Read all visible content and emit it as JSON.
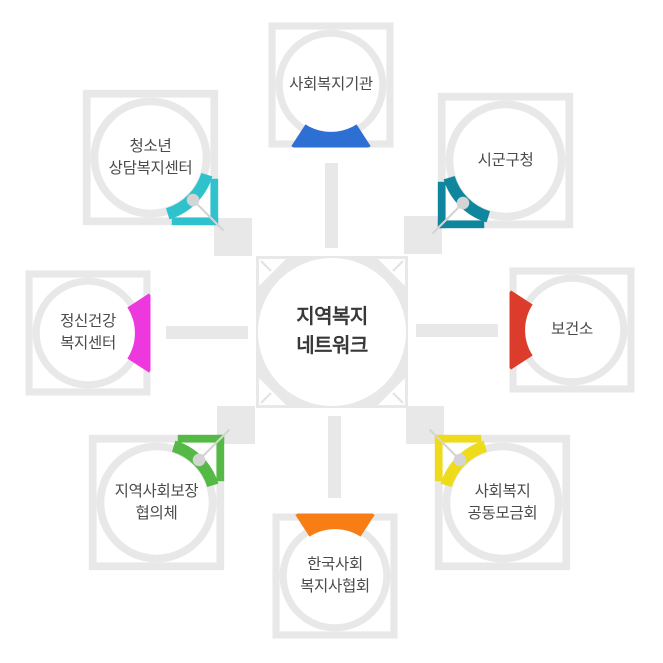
{
  "diagram": {
    "center": {
      "label": "지역복지\n네트워크"
    },
    "nodes": [
      {
        "key": "top",
        "label": "사회복지기관",
        "color": "#2d6fd3"
      },
      {
        "key": "top-left",
        "label": "청소년\n상담복지센터",
        "color": "#2fc2cd"
      },
      {
        "key": "top-right",
        "label": "시군구청",
        "color": "#0f869e"
      },
      {
        "key": "left",
        "label": "정신건강\n복지센터",
        "color": "#ee38df"
      },
      {
        "key": "right",
        "label": "보건소",
        "color": "#dc3c2b"
      },
      {
        "key": "bottom-left",
        "label": "지역사회보장\n협의체",
        "color": "#55b946"
      },
      {
        "key": "bottom-right",
        "label": "사회복지\n공동모금회",
        "color": "#eedc1c"
      },
      {
        "key": "bottom",
        "label": "한국사회\n복지사협회",
        "color": "#f87d14"
      }
    ],
    "colors": {
      "background": "#ffffff",
      "structure_gray": "#e8e8e8",
      "pin_gray": "#d4d4d4",
      "node_label": "#4b4b4b",
      "center_label": "#383838"
    }
  }
}
